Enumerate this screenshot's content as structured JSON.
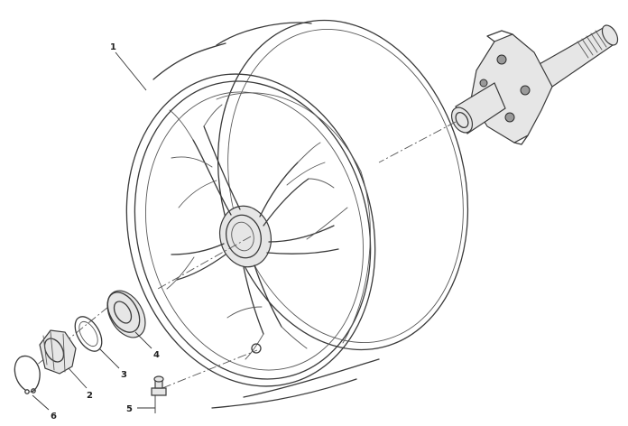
{
  "diagram": {
    "callouts": [
      {
        "id": "wheel-rim",
        "label": "1"
      },
      {
        "id": "wheel-nut",
        "label": "2"
      },
      {
        "id": "flat-washer",
        "label": "3"
      },
      {
        "id": "bearing-seal",
        "label": "4"
      },
      {
        "id": "valve-stem",
        "label": "5"
      },
      {
        "id": "snap-ring",
        "label": "6"
      }
    ],
    "colors": {
      "line": "#3a3a3a",
      "fill": "#e6e6e6",
      "background": "#ffffff"
    }
  }
}
